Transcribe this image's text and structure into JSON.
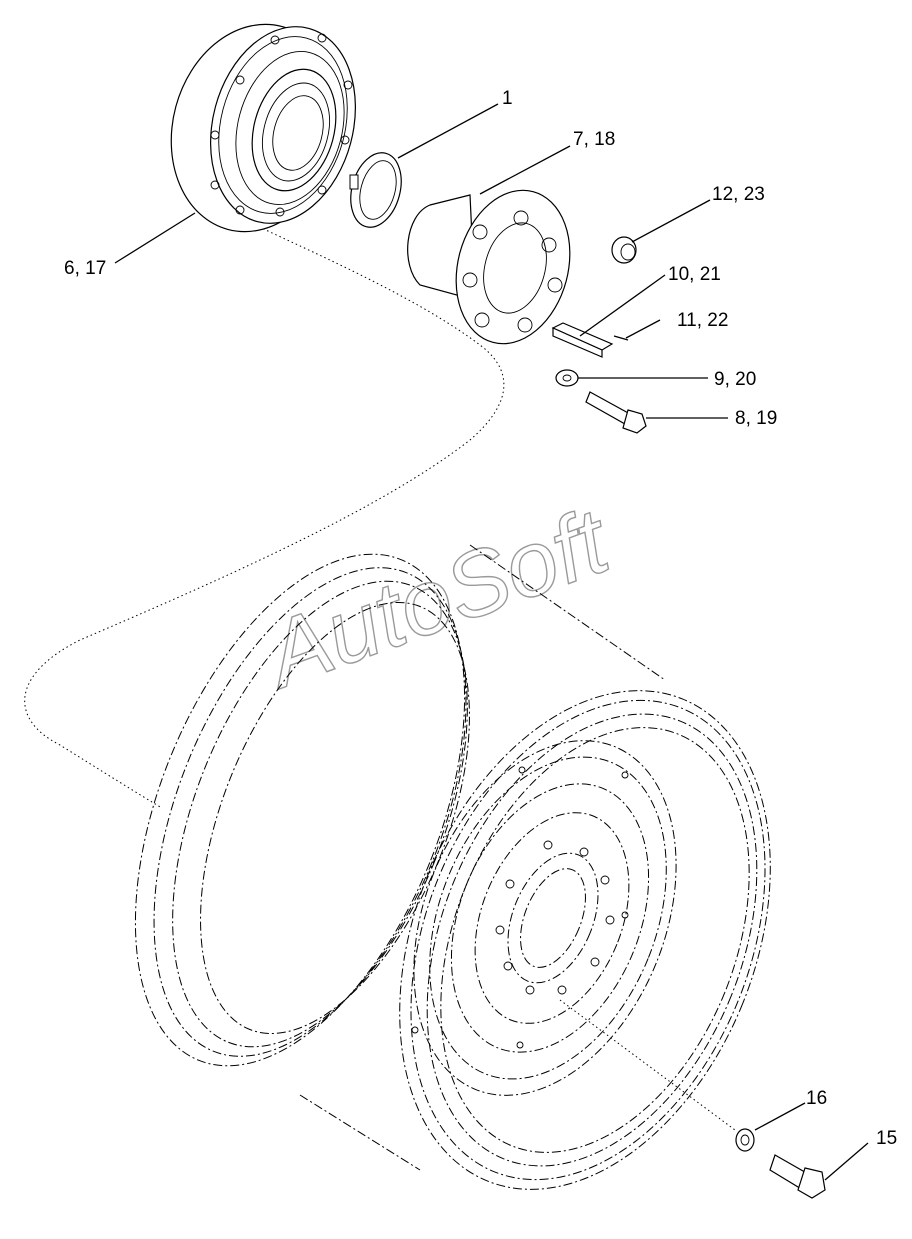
{
  "watermark": "AutoSoft",
  "callouts": [
    {
      "id": "c1",
      "text": "1"
    },
    {
      "id": "c7",
      "text": "7, 18"
    },
    {
      "id": "c12",
      "text": "12,  23"
    },
    {
      "id": "c6",
      "text": "6, 17"
    },
    {
      "id": "c10",
      "text": "10, 21"
    },
    {
      "id": "c11",
      "text": "11, 22"
    },
    {
      "id": "c9",
      "text": "9, 20"
    },
    {
      "id": "c8",
      "text": "8, 19"
    },
    {
      "id": "c16",
      "text": "16"
    },
    {
      "id": "c15",
      "text": "15"
    }
  ]
}
